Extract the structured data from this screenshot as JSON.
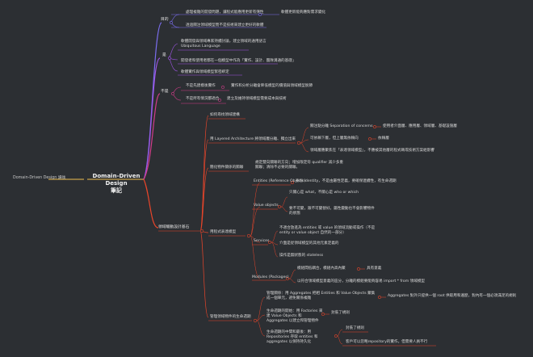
{
  "root": {
    "label": "Domain-Driven Design 讀後"
  },
  "center": {
    "line1": "Domain-Driven Design",
    "line2": "筆記"
  },
  "branches": {
    "purpose": {
      "label": "目的",
      "items": [
        "處理複雜的開發問題，讓程式能應用更新有彈性",
        "透過關注領域模型而不是技術來建立更好的軟體"
      ],
      "sub": "軟體更新能夠應對需求變化"
    },
    "what": {
      "label": "是",
      "items": [
        "軟體開發與領域專家持續討論，建立領域的通用語言 Ubiquitous Language",
        "開發者和使用者都在一個模型中作為「實作、設計、團隊溝通的基礎」",
        "軟體實作與領域模型緊密綁定"
      ]
    },
    "not": {
      "label": "不是",
      "items": [
        "不是先建模後實作",
        "不是所有情況都適合"
      ],
      "subs": [
        "實作和分析分離會降低模型的價值與領域模型脫節",
        "建立及維持領域模型需要成本與技術"
      ]
    },
    "model": {
      "label": "領域驅動設計基石",
      "items": {
        "find": "如何尋找領域建構",
        "layered": "用 Layered Architecture 將領域層分離、獨立出來",
        "layered_subs": [
          "關注點分離 Separation of concerns",
          "可依賴下層，但上層無依賴向",
          "領域層應聚焦在「表達領域模型」，不應被其他層的程式碼或技術方案給影響"
        ],
        "layered_subsubs": [
          "使用者介面層、應用層、領域層、基礎設施層",
          "依賴層"
        ],
        "simplify": "簡化物件關係的關聯",
        "simplify_sub": "規定雙向關聯的方向；增加限定符 qualifier 減少多重關聯；清除不必要的關聯。",
        "patterns": "用程式表達模型",
        "entities": "Entities (Reference Objects)",
        "entities_sub": "身份 identity，不是由屬性定義，要確保連續性，有生命週期",
        "vo": "Value objects",
        "vo_subs": [
          "只關心是 what，不關心是 who or which",
          "要不可變，跟不可變替好。屬性變動也不會影響物件的狀態"
        ],
        "services": "Services",
        "services_subs": [
          "不適合放進為 entities 或 value 的領域流動或操作（不是entity or value object 自然的一部分）",
          "介面是從領域模型的其他元素定義的",
          "操作是無狀態的 stateless"
        ],
        "modules": "Modules (Packages)",
        "modules_subs": [
          "模組間低耦合，模組內高內聚",
          "以符合領域模型意義的區分，分離的模組要能夠容易 import * from 領域模型"
        ],
        "modules_subsub": "具有意義",
        "lifecycle": "管理領域物件的生命週期",
        "lifecycle_subs": [
          "管理關係：用 Aggregates 把相 Entities 和 Value Objects 聚集成一個單元，避免關係複雜",
          "生命週期的開始：用 Factories 來建 Value Objects 和 Aggregates 以建立和管理物件",
          "生命週期的中間和最後：用 Repositories 存取 entities 和 aggregates 以保持持久化"
        ],
        "lifecycle_subsubs": [
          "Aggregates 對外只提供一個 root 供取用和遍歷，對內有一個必須滿足的規則",
          "封裝了規則",
          "封裝了規則",
          "客戶可以忽略repository的實作。但需要人員不行"
        ]
      }
    }
  },
  "colors": {
    "purple": "#7b6ef0",
    "violet": "#a155e8",
    "magenta": "#d23c8a",
    "red": "#e8452a",
    "orange": "#e86a30",
    "node": "#f0a060"
  }
}
